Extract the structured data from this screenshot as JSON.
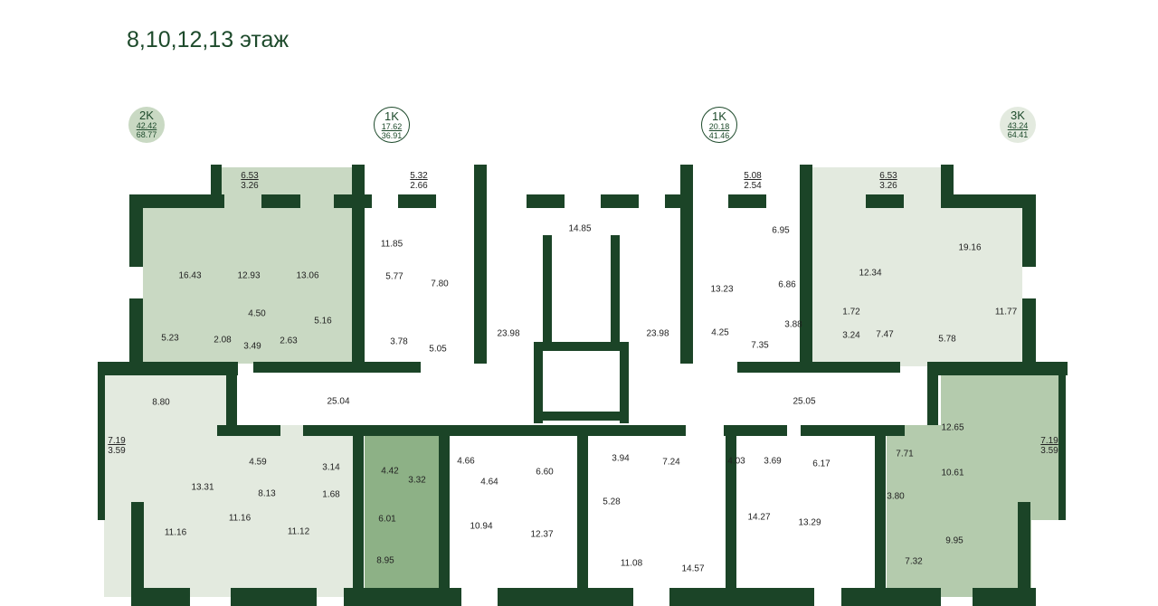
{
  "title": "8,10,12,13 этаж",
  "apartments": [
    {
      "type": "2K",
      "living": "42.42",
      "total": "68.77",
      "color": "#c9d9c3"
    },
    {
      "type": "1K",
      "living": "17.62",
      "total": "36.91",
      "color": "#ffffff"
    },
    {
      "type": "1K",
      "living": "20.18",
      "total": "41.46",
      "color": "#ffffff"
    },
    {
      "type": "3K",
      "living": "43.24",
      "total": "64.41",
      "color": "#e3eadf"
    }
  ],
  "balconies": [
    {
      "a": "6.53",
      "b": "3.26"
    },
    {
      "a": "5.32",
      "b": "2.66"
    },
    {
      "a": "5.08",
      "b": "2.54"
    },
    {
      "a": "6.53",
      "b": "3.26"
    },
    {
      "a": "7.19",
      "b": "3.59"
    },
    {
      "a": "7.19",
      "b": "3.59"
    }
  ],
  "rooms": {
    "tl": [
      "16.43",
      "12.93",
      "13.06",
      "4.50",
      "5.16",
      "5.23",
      "2.08",
      "3.49",
      "2.63"
    ],
    "t1": [
      "11.85",
      "5.77",
      "7.80",
      "3.78",
      "5.05"
    ],
    "core": [
      "14.85",
      "23.98",
      "23.98",
      "25.04",
      "25.05"
    ],
    "t2": [
      "13.23",
      "6.95",
      "6.86",
      "4.25",
      "7.35",
      "3.88"
    ],
    "tr": [
      "12.34",
      "19.16",
      "11.77",
      "1.72",
      "3.24",
      "7.47",
      "5.78"
    ],
    "bl": [
      "8.80",
      "13.31",
      "4.59",
      "3.14",
      "8.13",
      "1.68",
      "11.16",
      "11.16",
      "11.12"
    ],
    "st": [
      "4.42",
      "3.32",
      "6.01",
      "8.95"
    ],
    "bm": [
      "4.66",
      "4.64",
      "6.60",
      "10.94",
      "12.37"
    ],
    "bm2": [
      "3.94",
      "7.24",
      "5.28",
      "11.08",
      "14.57"
    ],
    "bm3": [
      "4.03",
      "3.69",
      "6.17",
      "14.27",
      "13.29"
    ],
    "br": [
      "7.71",
      "12.65",
      "10.61",
      "3.80",
      "9.95",
      "7.32"
    ]
  },
  "colors": {
    "wall": "#1b4427",
    "fill_2k": "#c9d9c3",
    "fill_3k": "#e3eadf",
    "fill_studio": "#8db186",
    "fill_br": "#b4cbad"
  }
}
